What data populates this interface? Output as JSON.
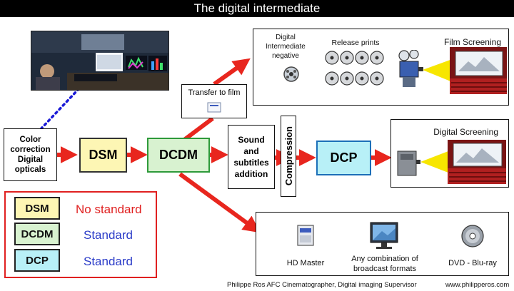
{
  "title": "The digital intermediate",
  "nodes": {
    "color_correction": [
      "Color",
      "correction",
      "Digital",
      "opticals"
    ],
    "dsm": "DSM",
    "dcdm": "DCDM",
    "transfer": "Transfer to film",
    "sound": [
      "Sound",
      "and",
      "subtitles",
      "addition"
    ],
    "compression": "Compression",
    "dcp": "DCP"
  },
  "film_panel": {
    "negative_label": [
      "Digital",
      "Intermediate",
      "negative"
    ],
    "release_label": "Release prints",
    "screening_label": "Film Screening"
  },
  "digital_panel": {
    "screening_label": "Digital Screening"
  },
  "formats_panel": {
    "hd_label": "HD Master",
    "broadcast_label": [
      "Any combination of",
      "broadcast formats"
    ],
    "dvd_label": "DVD - Blu-ray"
  },
  "legend": [
    {
      "name": "DSM",
      "status": "No standard",
      "fill": "#fdf6b4",
      "text_color": "#e02020"
    },
    {
      "name": "DCDM",
      "status": "Standard",
      "fill": "#d8f2d0",
      "text_color": "#2a3bc8"
    },
    {
      "name": "DCP",
      "status": "Standard",
      "fill": "#b8f0f7",
      "text_color": "#2a3bc8"
    }
  ],
  "footer": {
    "credit": "Philippe Ros AFC Cinematographer, Digital imaging Supervisor",
    "url": "www.philipperos.com"
  },
  "colors": {
    "arrow": "#e8261e",
    "dsm": "#fdf6b4",
    "dcdm": "#d8f2d0",
    "dcp": "#b8f0f7",
    "dotted": "#1a1ad6"
  }
}
